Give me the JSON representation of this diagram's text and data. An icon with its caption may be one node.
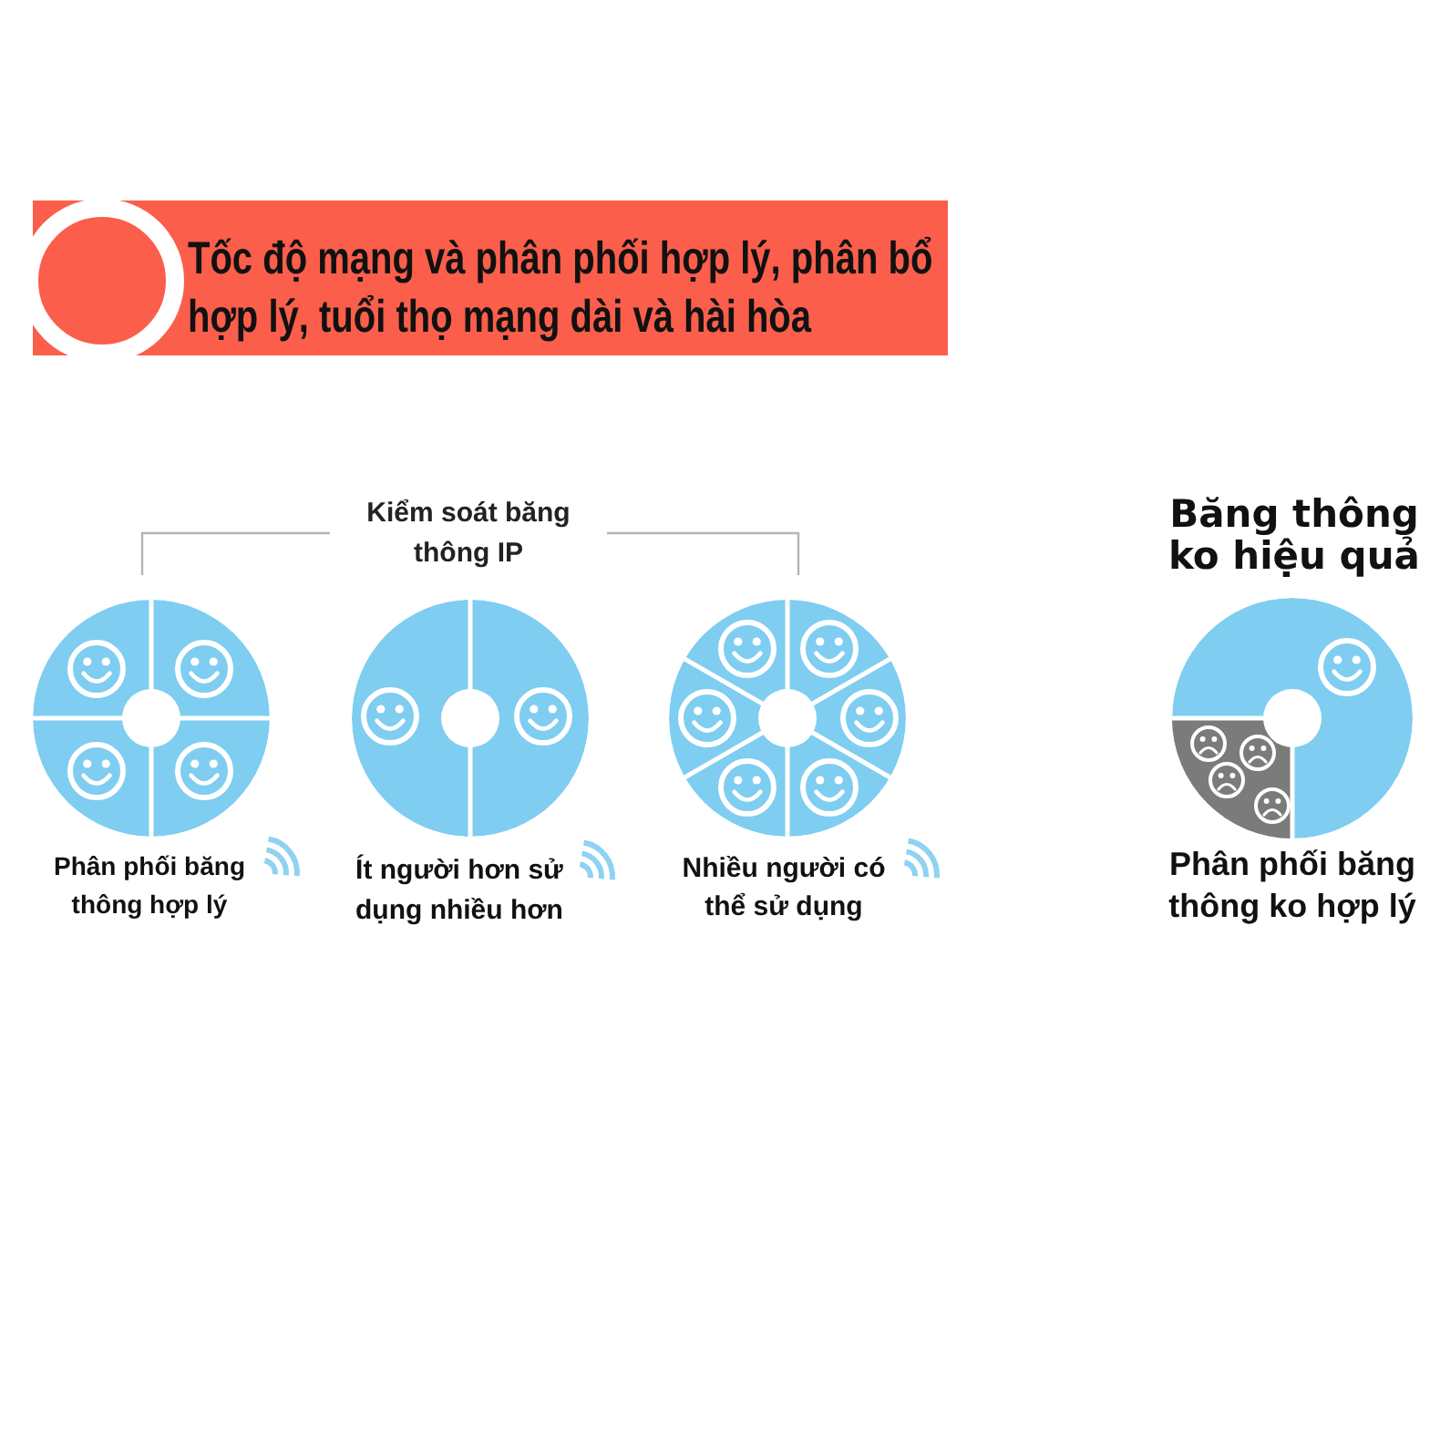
{
  "diagram": {
    "title": "Tốc độ mạng và phân phối hợp lý, phân bổ hợp lý, tuổi thọ mạng dài và hài hòa",
    "nodes": [
      {
        "text": [],
        "shape": "circle",
        "beside": [
          "Phân phối băng thông hợp lý"
        ]
      },
      {
        "text": [],
        "shape": "circle",
        "beside": [
          "Ít người hơn sử dụng nhiều hơn"
        ]
      },
      {
        "text": [],
        "shape": "circle",
        "beside": [
          "Nhiều người có thể sử dụng"
        ]
      },
      {
        "text": [],
        "shape": "circle",
        "beside": [
          "Băng thông ko hiệu quả",
          "Phân phối băng thông ko hợp lý"
        ]
      }
    ],
    "labels": [
      "Kiểm soát băng thông IP"
    ]
  }
}
